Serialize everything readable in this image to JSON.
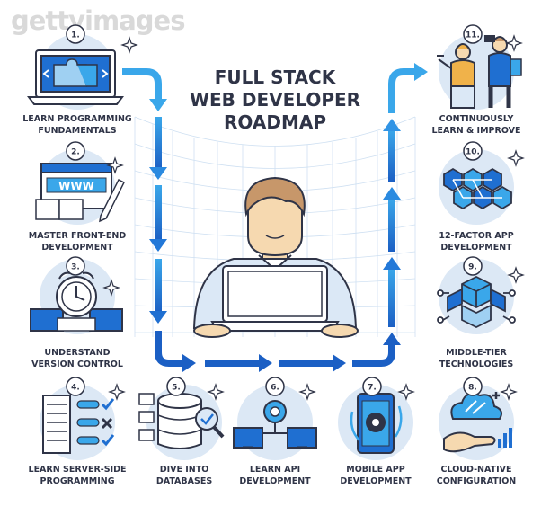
{
  "watermark": "gettyimages",
  "title": {
    "line1": "FULL STACK",
    "line2": "WEB DEVELOPER",
    "line3": "ROADMAP"
  },
  "steps": [
    {
      "number": "1.",
      "line1": "LEARN PROGRAMMING",
      "line2": "FUNDAMENTALS"
    },
    {
      "number": "2.",
      "line1": "MASTER FRONT-END",
      "line2": "DEVELOPMENT"
    },
    {
      "number": "3.",
      "line1": "UNDERSTAND",
      "line2": "VERSION CONTROL"
    },
    {
      "number": "4.",
      "line1": "LEARN SERVER-SIDE",
      "line2": "PROGRAMMING"
    },
    {
      "number": "5.",
      "line1": "DIVE INTO",
      "line2": "DATABASES"
    },
    {
      "number": "6.",
      "line1": "LEARN API",
      "line2": "DEVELOPMENT"
    },
    {
      "number": "7.",
      "line1": "MOBILE APP",
      "line2": "DEVELOPMENT"
    },
    {
      "number": "8.",
      "line1": "CLOUD-NATIVE",
      "line2": "CONFIGURATION"
    },
    {
      "number": "9.",
      "line1": "MIDDLE-TIER",
      "line2": "TECHNOLOGIES"
    },
    {
      "number": "10.",
      "line1": "12-FACTOR APP",
      "line2": "DEVELOPMENT"
    },
    {
      "number": "11.",
      "line1": "CONTINUOUSLY",
      "line2": "LEARN & IMPROVE"
    }
  ],
  "icons": {
    "step1": "puzzle-laptop-icon",
    "step2": "www-browser-pencil-icon",
    "step3": "clock-monitors-icon",
    "step4": "server-checklist-icon",
    "step5": "database-magnifier-icon",
    "step6": "api-gear-monitors-icon",
    "step7": "mobile-phone-gear-icon",
    "step8": "cloud-hand-icon",
    "step9": "cubes-network-icon",
    "step10": "hexagon-network-icon",
    "step11": "people-binoculars-icon",
    "center": "developer-laptop-icon"
  },
  "colors": {
    "ink": "#2f3447",
    "blue": "#1f6fd1",
    "light_blue": "#3aa7ea",
    "circle": "#dce8f5",
    "skin": "#f6d9b0",
    "hair": "#c7976a"
  }
}
